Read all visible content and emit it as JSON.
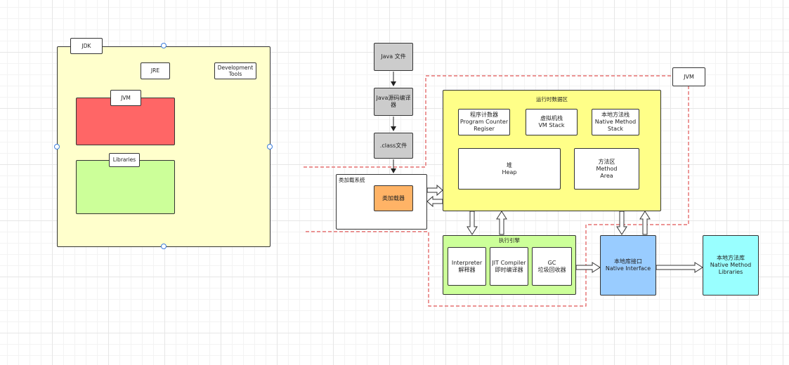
{
  "left_diagram": {
    "jdk": "JDK",
    "jre": "JRE",
    "dev_tools": "Development\nTools",
    "jvm": "JVM",
    "libraries": "Libraries"
  },
  "flow": {
    "java_file": "Java 文件",
    "compiler": "Java源码编译\n器",
    "class_file": ".class文件"
  },
  "jvm_label": "JVM",
  "class_loader_system": {
    "title": "类加载系统",
    "loader": "类加载器"
  },
  "runtime_area": {
    "title": "运行时数据区",
    "pc": "程序计数器\nProgram Counter\nRegiser",
    "vm_stack": "虚拟机栈\nVM Stack",
    "native_stack": "本地方法栈\nNative Method\nStack",
    "heap": "堆\nHeap",
    "method_area": "方法区\nMethod\nArea"
  },
  "execution_engine": {
    "title": "执行引擎",
    "interpreter": "Interpreter\n解释器",
    "jit": "JIT Compiler\n即时编译器",
    "gc": "GC\n垃圾回收器"
  },
  "native_interface": "本地库接口\nNative Interface",
  "native_libraries": "本地方法库\nNative Method\nLibraries",
  "colors": {
    "jdk_bg": "#ffffcc",
    "jvm_red": "#ff6666",
    "libraries_green": "#ccff99",
    "flow_gray": "#cccccc",
    "loader_orange": "#ffb366",
    "runtime_yellow": "#ffff88",
    "engine_green": "#ccff99",
    "native_blue": "#99ccff",
    "native_lib_cyan": "#99ffff",
    "dashed_red": "#e05555"
  }
}
